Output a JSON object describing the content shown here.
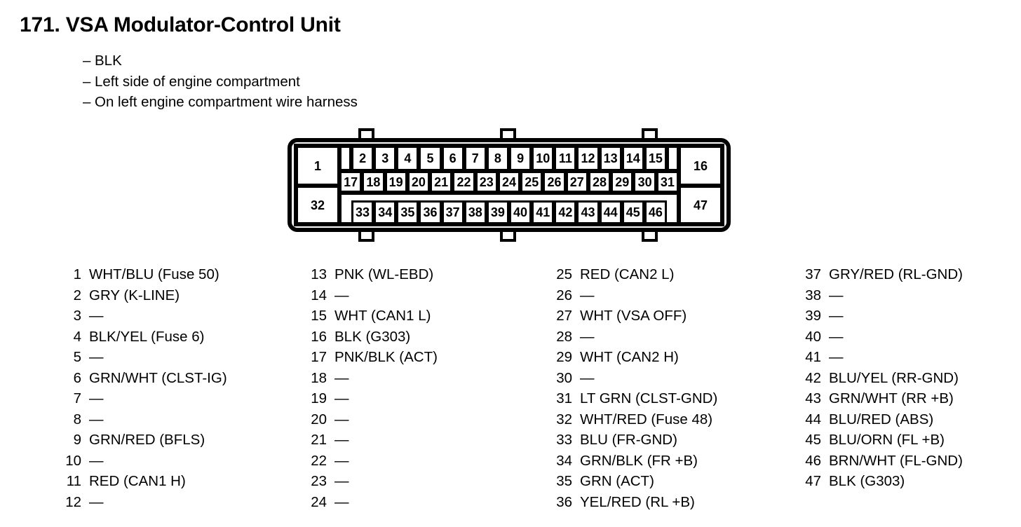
{
  "header": {
    "title": "171. VSA Modulator-Control Unit",
    "bullets": [
      "BLK",
      "Left side of engine compartment",
      "On left engine compartment wire harness"
    ],
    "bullet_dash": "–"
  },
  "connector": {
    "row_top": [
      "2",
      "3",
      "4",
      "5",
      "6",
      "7",
      "8",
      "9",
      "10",
      "11",
      "12",
      "13",
      "14",
      "15"
    ],
    "row_middle": [
      "17",
      "18",
      "19",
      "20",
      "21",
      "22",
      "23",
      "24",
      "25",
      "26",
      "27",
      "28",
      "29",
      "30",
      "31"
    ],
    "row_bottom": [
      "33",
      "34",
      "35",
      "36",
      "37",
      "38",
      "39",
      "40",
      "41",
      "42",
      "43",
      "44",
      "45",
      "46"
    ],
    "corner_top_left": "1",
    "corner_bottom_left": "32",
    "corner_top_right": "16",
    "corner_bottom_right": "47"
  },
  "pin_list": {
    "columns": [
      [
        {
          "num": "1",
          "desc": "WHT/BLU (Fuse 50)"
        },
        {
          "num": "2",
          "desc": "GRY (K-LINE)"
        },
        {
          "num": "3",
          "desc": "—"
        },
        {
          "num": "4",
          "desc": "BLK/YEL (Fuse 6)"
        },
        {
          "num": "5",
          "desc": "—"
        },
        {
          "num": "6",
          "desc": "GRN/WHT (CLST-IG)"
        },
        {
          "num": "7",
          "desc": "—"
        },
        {
          "num": "8",
          "desc": "—"
        },
        {
          "num": "9",
          "desc": "GRN/RED (BFLS)"
        },
        {
          "num": "10",
          "desc": "—"
        },
        {
          "num": "11",
          "desc": "RED (CAN1 H)"
        },
        {
          "num": "12",
          "desc": "—"
        }
      ],
      [
        {
          "num": "13",
          "desc": "PNK (WL-EBD)"
        },
        {
          "num": "14",
          "desc": "—"
        },
        {
          "num": "15",
          "desc": "WHT (CAN1 L)"
        },
        {
          "num": "16",
          "desc": "BLK (G303)"
        },
        {
          "num": "17",
          "desc": "PNK/BLK (ACT)"
        },
        {
          "num": "18",
          "desc": "—"
        },
        {
          "num": "19",
          "desc": "—"
        },
        {
          "num": "20",
          "desc": "—"
        },
        {
          "num": "21",
          "desc": "—"
        },
        {
          "num": "22",
          "desc": "—"
        },
        {
          "num": "23",
          "desc": "—"
        },
        {
          "num": "24",
          "desc": "—"
        }
      ],
      [
        {
          "num": "25",
          "desc": "RED (CAN2 L)"
        },
        {
          "num": "26",
          "desc": "—"
        },
        {
          "num": "27",
          "desc": "WHT (VSA OFF)"
        },
        {
          "num": "28",
          "desc": "—"
        },
        {
          "num": "29",
          "desc": "WHT (CAN2 H)"
        },
        {
          "num": "30",
          "desc": "—"
        },
        {
          "num": "31",
          "desc": "LT GRN (CLST-GND)"
        },
        {
          "num": "32",
          "desc": "WHT/RED (Fuse 48)"
        },
        {
          "num": "33",
          "desc": "BLU (FR-GND)"
        },
        {
          "num": "34",
          "desc": "GRN/BLK (FR +B)"
        },
        {
          "num": "35",
          "desc": "GRN (ACT)"
        },
        {
          "num": "36",
          "desc": "YEL/RED (RL +B)"
        }
      ],
      [
        {
          "num": "37",
          "desc": "GRY/RED (RL-GND)"
        },
        {
          "num": "38",
          "desc": "—"
        },
        {
          "num": "39",
          "desc": "—"
        },
        {
          "num": "40",
          "desc": "—"
        },
        {
          "num": "41",
          "desc": "—"
        },
        {
          "num": "42",
          "desc": "BLU/YEL (RR-GND)"
        },
        {
          "num": "43",
          "desc": "GRN/WHT (RR +B)"
        },
        {
          "num": "44",
          "desc": "BLU/RED (ABS)"
        },
        {
          "num": "45",
          "desc": "BLU/ORN (FL +B)"
        },
        {
          "num": "46",
          "desc": "BRN/WHT (FL-GND)"
        },
        {
          "num": "47",
          "desc": "BLK (G303)"
        }
      ]
    ]
  },
  "colors": {
    "ink": "#000000",
    "paper": "#ffffff"
  }
}
